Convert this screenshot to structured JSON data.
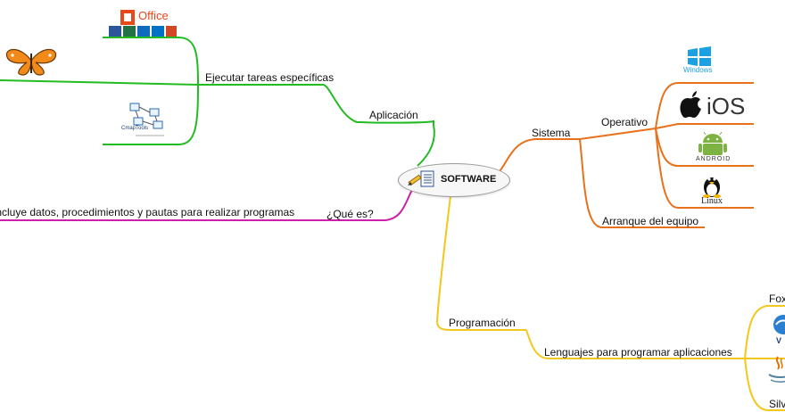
{
  "central": {
    "label": "SOFTWARE",
    "icon": "pencil-document-icon"
  },
  "branches": {
    "aplicacion": {
      "label": "Aplicación",
      "color": "#22bb22",
      "child": {
        "label": "Ejecutar tareas específicas"
      },
      "images": [
        "office-logo",
        "butterfly-image",
        "cmaptools-logo"
      ],
      "office_text": "Office",
      "cmap_text": "CmapTools"
    },
    "que_es": {
      "label": "¿Qué es?",
      "color": "#cc22aa",
      "child": {
        "label": "Incluye datos, procedimientos y pautas para realizar programas"
      }
    },
    "sistema": {
      "label": "Sistema",
      "color": "#e8721c",
      "children": [
        {
          "label": "Operativo"
        },
        {
          "label": "Arranque del equipo"
        }
      ],
      "images": [
        "windows-logo",
        "apple-ios-logo",
        "android-logo",
        "linux-tux-logo"
      ],
      "windows_text": "Windows",
      "ios_text": "iOS",
      "android_text": "ANDROID",
      "linux_text": "Linux"
    },
    "programacion": {
      "label": "Programación",
      "color": "#f2c81e",
      "child": {
        "label": "Lenguajes para programar aplicaciones"
      },
      "leaves": [
        {
          "label": "Fox"
        },
        {
          "label": "Silv"
        }
      ]
    }
  }
}
